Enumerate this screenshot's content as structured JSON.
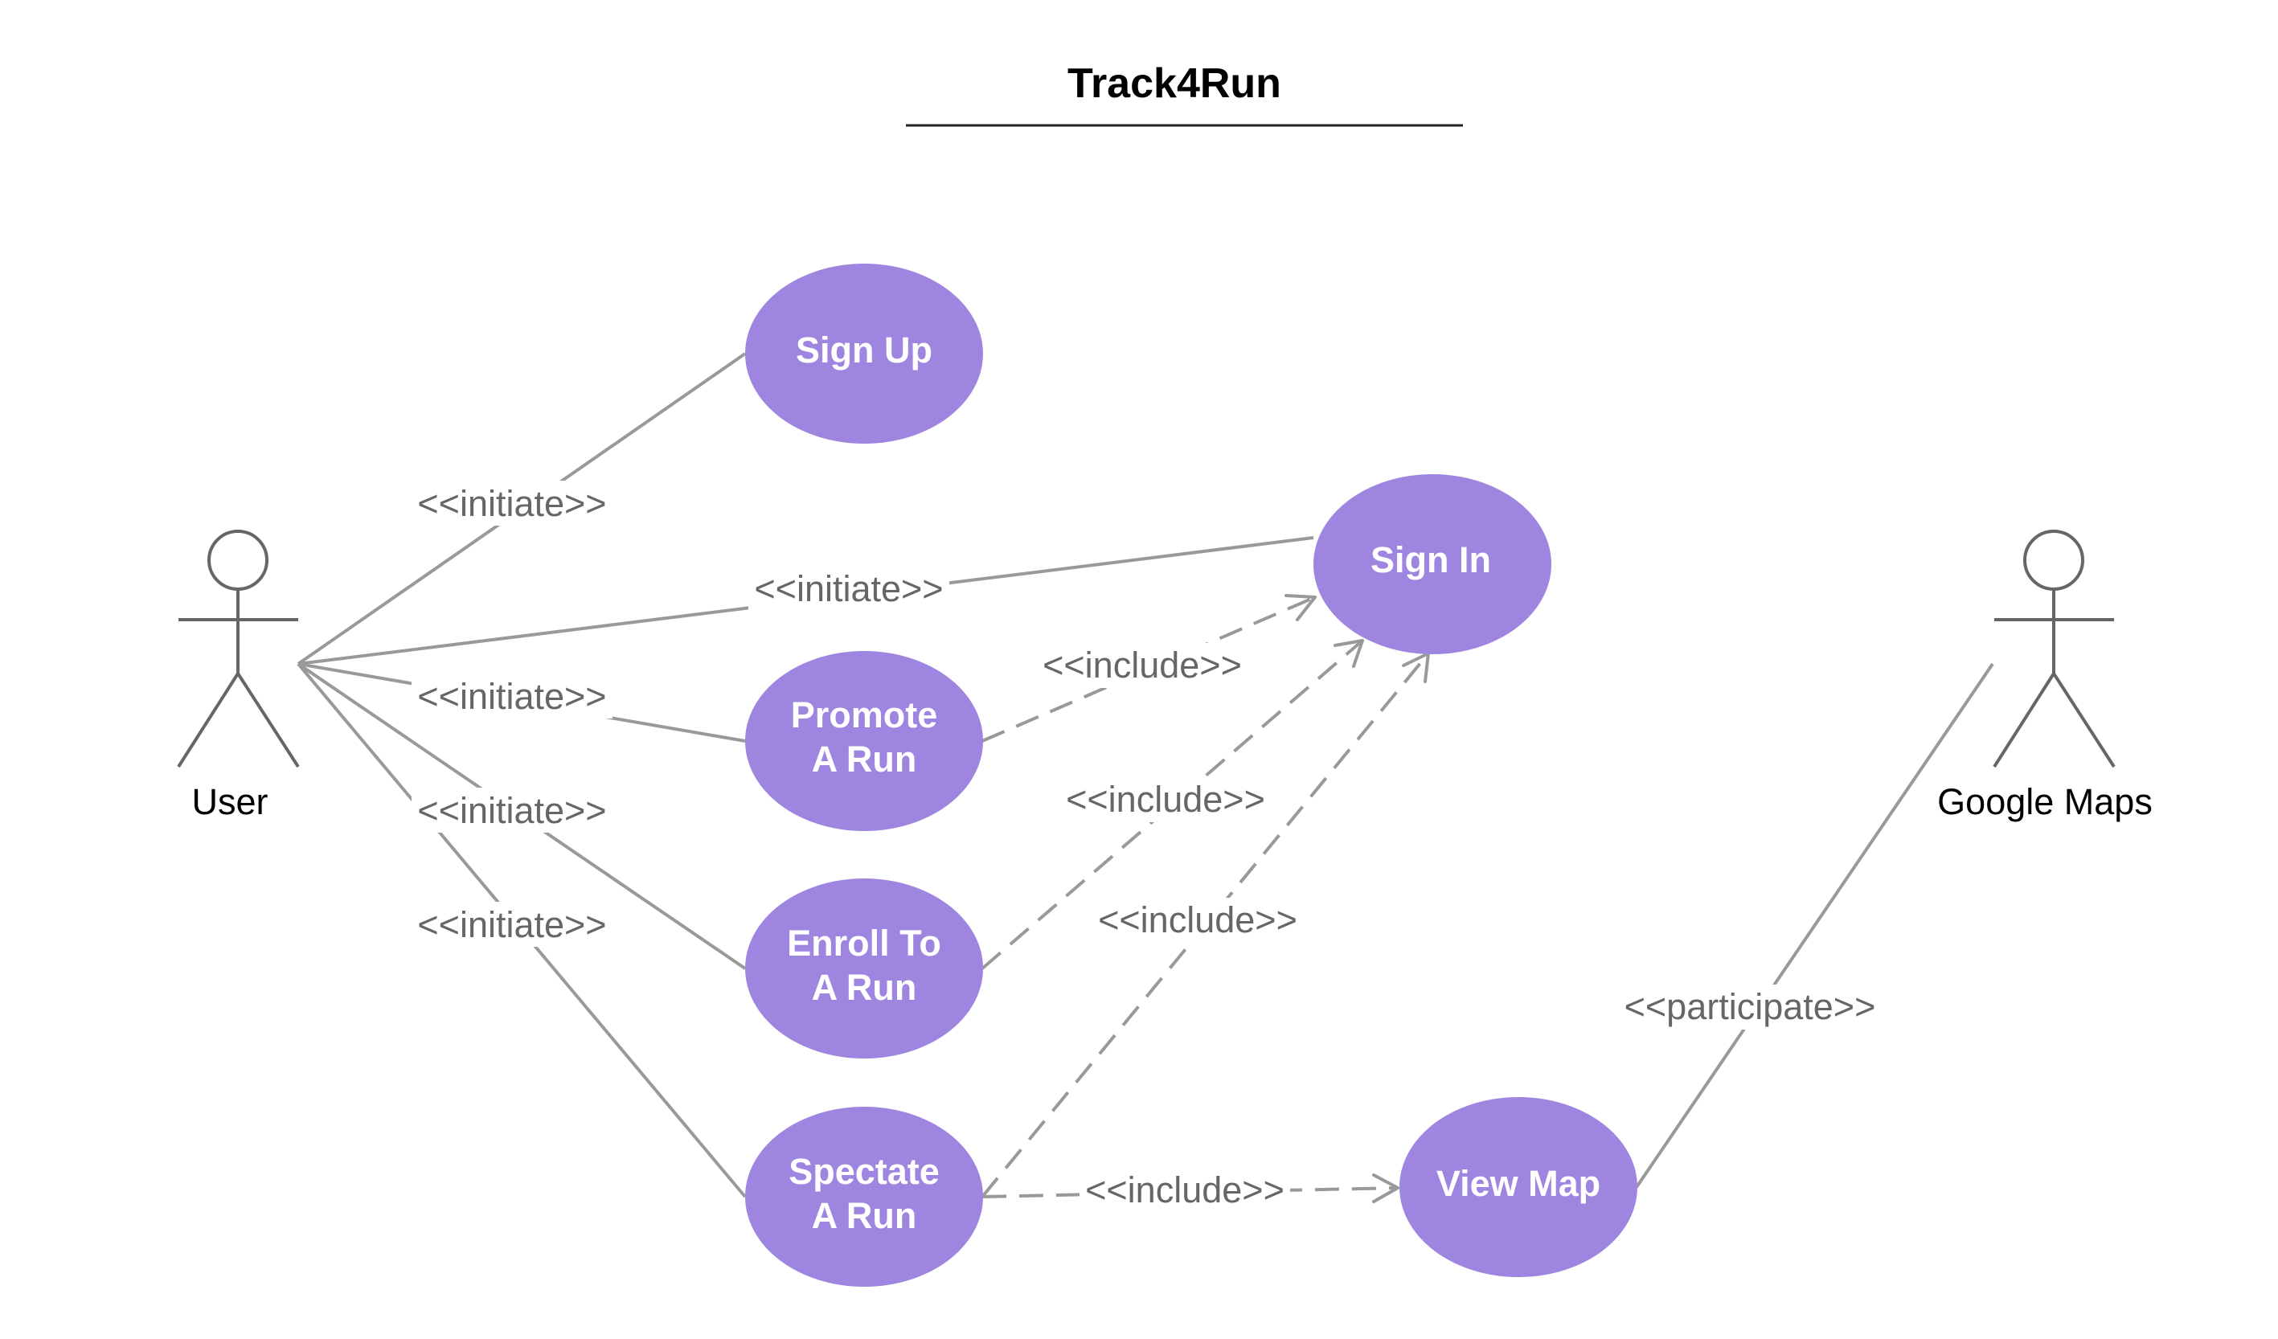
{
  "title": "Track4Run",
  "colors": {
    "usecase_fill": "#9e86e0",
    "usecase_text": "#ffffff",
    "line": "#999999",
    "label_text": "#666666",
    "actor_stroke": "#666666"
  },
  "actors": {
    "user": "User",
    "google_maps": "Google Maps"
  },
  "usecases": {
    "sign_up": [
      "Sign Up"
    ],
    "sign_in": [
      "Sign In"
    ],
    "promote": [
      "Promote",
      "A Run"
    ],
    "enroll": [
      "Enroll To",
      "A Run"
    ],
    "spectate": [
      "Spectate",
      "A Run"
    ],
    "view_map": [
      "View Map"
    ]
  },
  "relations": {
    "user_sign_up": "<<initiate>>",
    "user_sign_in": "<<initiate>>",
    "user_promote": "<<initiate>>",
    "user_enroll": "<<initiate>>",
    "user_spectate": "<<initiate>>",
    "promote_sign_in": "<<include>>",
    "enroll_sign_in": "<<include>>",
    "spectate_sign_in": "<<include>>",
    "spectate_view_map": "<<include>>",
    "maps_view_map": "<<participate>>"
  }
}
